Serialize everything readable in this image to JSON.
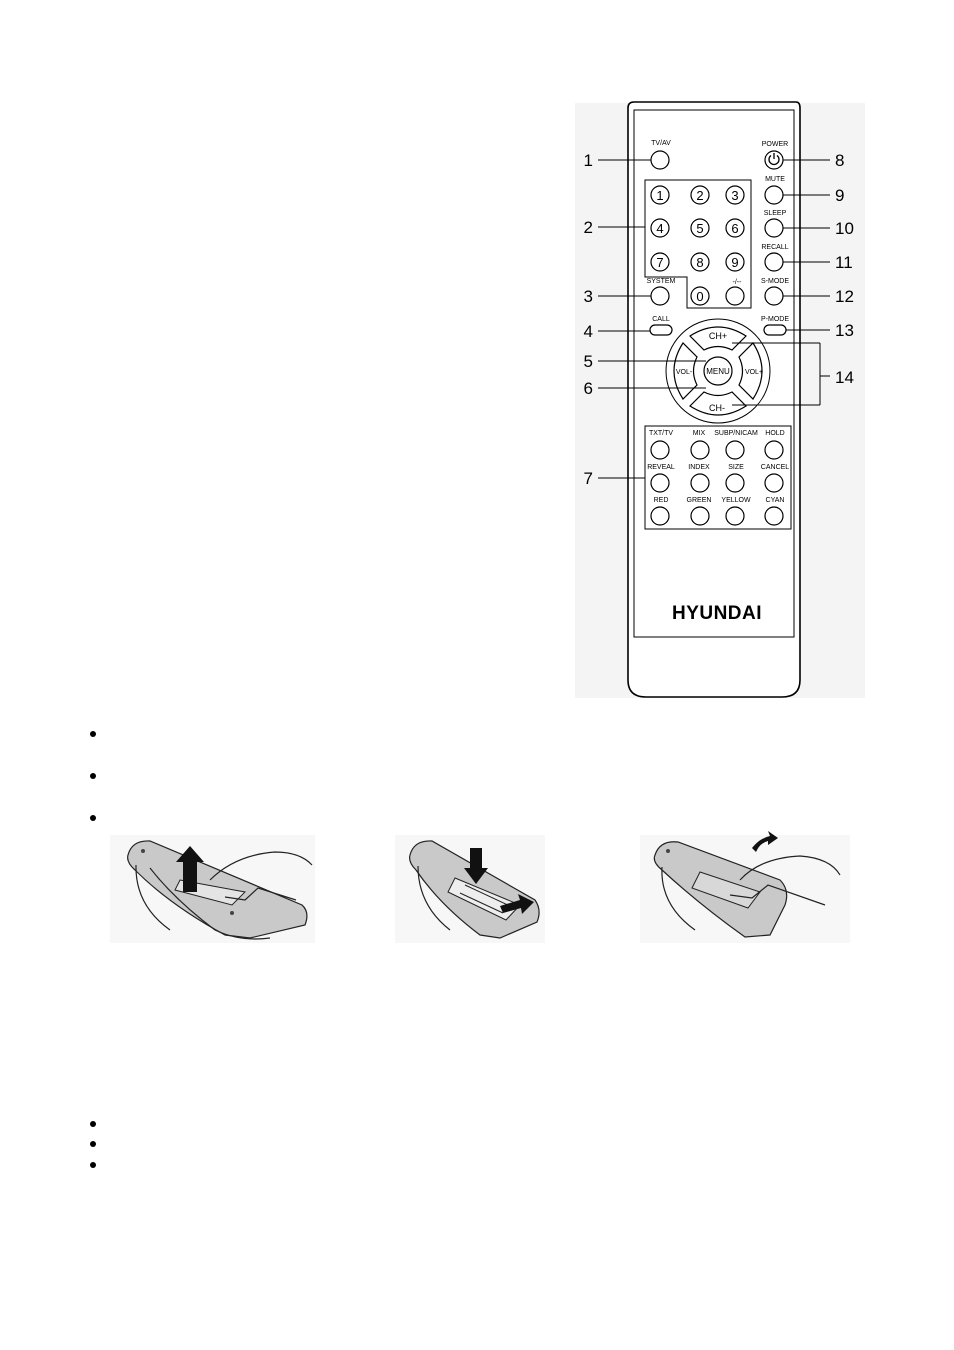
{
  "remote": {
    "brand": "HYUNDAI",
    "buttons": {
      "tvav": "TV/AV",
      "power": "POWER",
      "mute": "MUTE",
      "sleep": "SLEEP",
      "recall": "RECALL",
      "smode": "S-MODE",
      "pmode": "P-MODE",
      "system": "SYSTEM",
      "call": "CALL",
      "digits": [
        "1",
        "2",
        "3",
        "4",
        "5",
        "6",
        "7",
        "8",
        "9",
        "0"
      ],
      "dash": "-/--",
      "chplus": "CH+",
      "chminus": "CH-",
      "volminus": "VOL-",
      "volplus": "VOL+",
      "menu": "MENU",
      "teletext": [
        [
          "TXT/TV",
          "MIX",
          "SUBP/NICAM",
          "HOLD"
        ],
        [
          "REVEAL",
          "INDEX",
          "SIZE",
          "CANCEL"
        ],
        [
          "RED",
          "GREEN",
          "YELLOW",
          "CYAN"
        ]
      ]
    },
    "callouts_left": [
      "1",
      "2",
      "3",
      "4",
      "5",
      "6",
      "7"
    ],
    "callouts_right": [
      "8",
      "9",
      "10",
      "11",
      "12",
      "13",
      "14"
    ]
  },
  "battery_steps": [
    "open-cover",
    "insert-batteries",
    "close-cover"
  ]
}
